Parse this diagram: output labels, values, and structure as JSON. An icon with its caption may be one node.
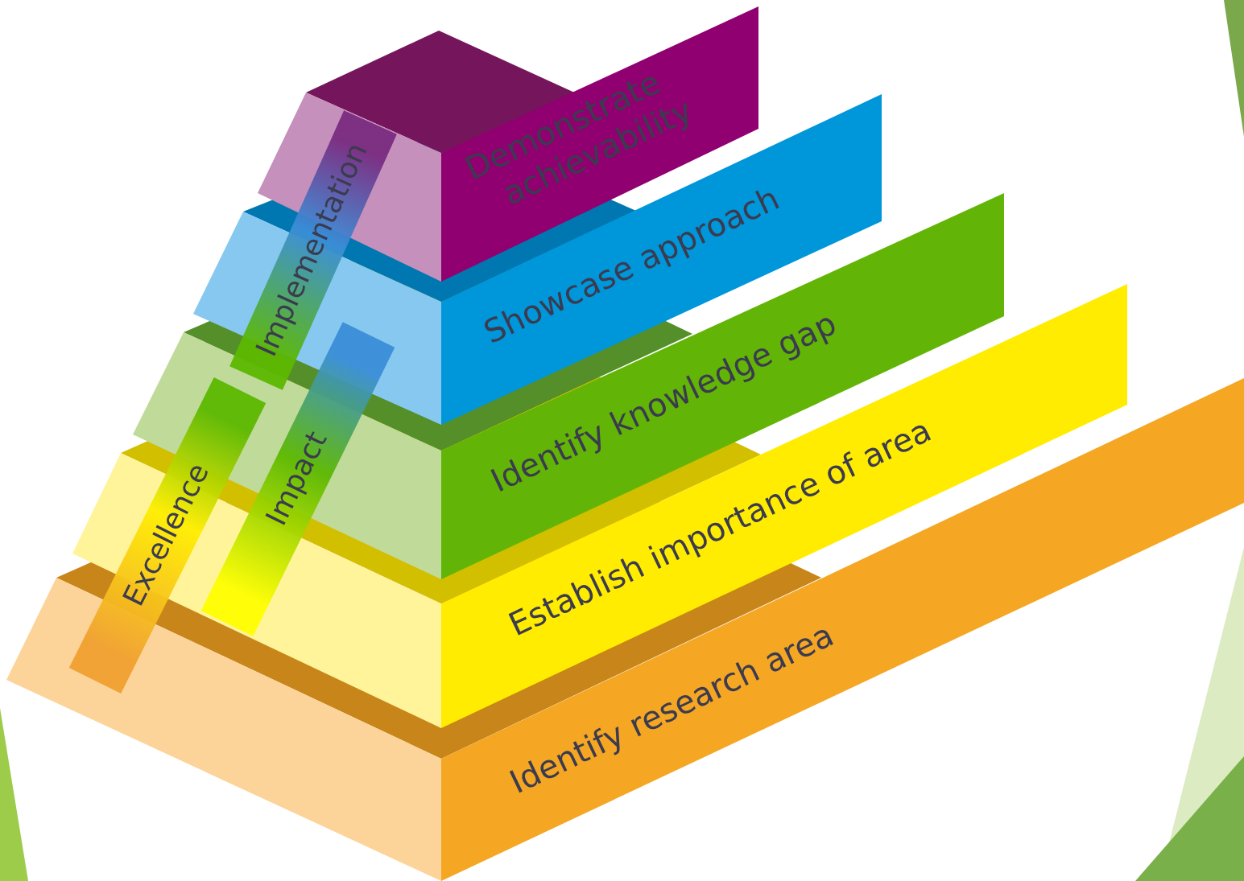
{
  "diagram": {
    "nodes": [
      {
        "text": [
          "Demonstrate achievability"
        ]
      },
      {
        "text": [
          "Showcase approach"
        ]
      },
      {
        "text": [
          "Identify knowledge gap"
        ]
      },
      {
        "text": [
          "Establish importance of area"
        ]
      },
      {
        "text": [
          "Identify research area"
        ]
      },
      {
        "text": [
          "Implementation"
        ]
      },
      {
        "text": [
          "Impact"
        ]
      },
      {
        "text": [
          "Excellence"
        ]
      }
    ]
  }
}
